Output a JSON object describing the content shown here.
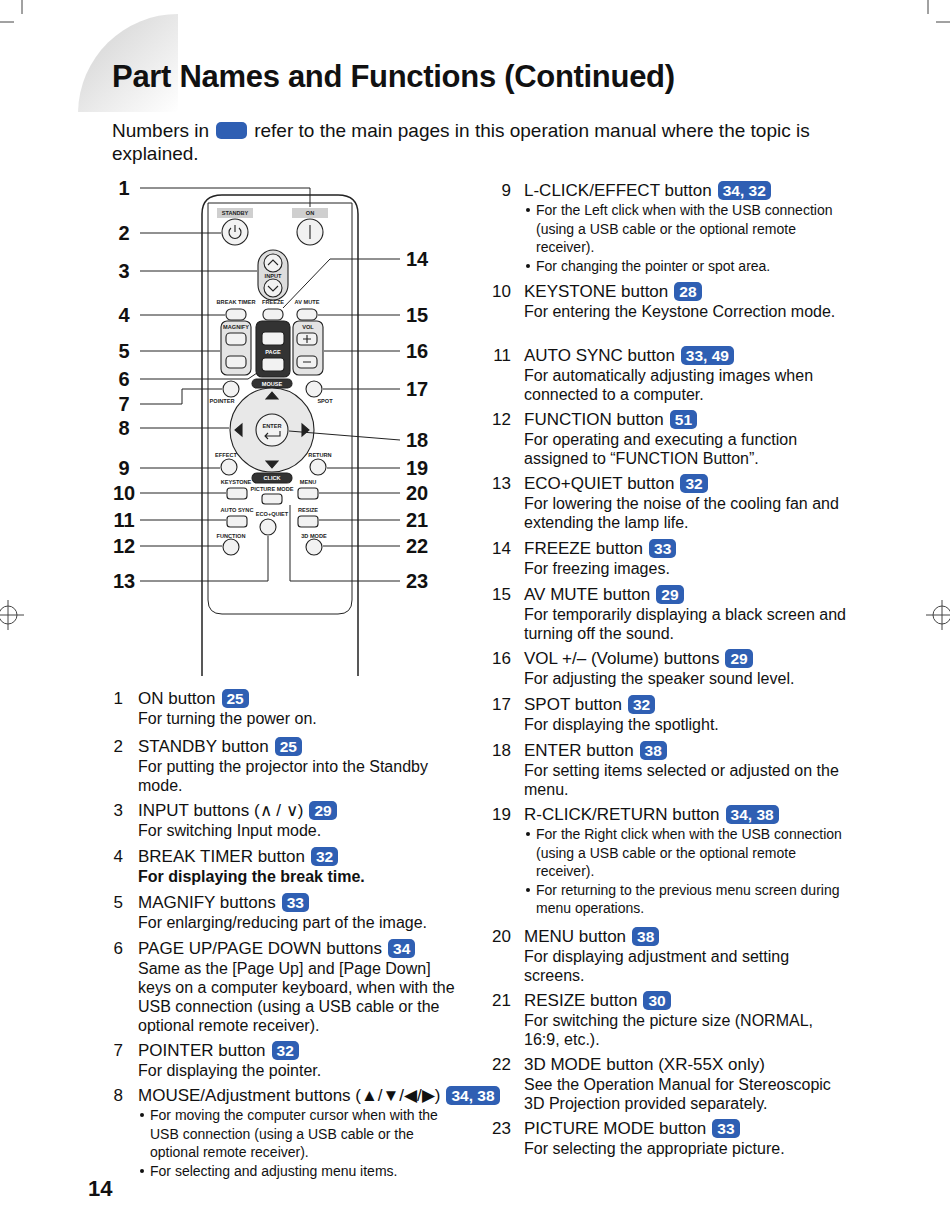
{
  "diagram": {
    "title": "Part Names and Functions (Continued)",
    "nodes": [
      {
        "text": [
          "25"
        ]
      },
      {
        "text": [
          "25"
        ]
      },
      {
        "text": [
          "29"
        ]
      },
      {
        "text": [
          "32"
        ]
      },
      {
        "text": [
          "33"
        ]
      },
      {
        "text": [
          "34"
        ]
      },
      {
        "text": [
          "32"
        ]
      },
      {
        "text": [
          "34, 38"
        ]
      },
      {
        "text": [
          "34, 32"
        ]
      },
      {
        "text": [
          "28"
        ]
      },
      {
        "text": [
          "33, 49"
        ]
      },
      {
        "text": [
          "51"
        ]
      },
      {
        "text": [
          "32"
        ]
      },
      {
        "text": [
          "33"
        ]
      },
      {
        "text": [
          "29"
        ]
      },
      {
        "text": [
          "29"
        ]
      },
      {
        "text": [
          "32"
        ]
      },
      {
        "text": [
          "38"
        ]
      },
      {
        "text": [
          "34, 38"
        ]
      },
      {
        "text": [
          "38"
        ]
      },
      {
        "text": [
          "30"
        ]
      },
      {
        "text": [
          "33"
        ]
      }
    ],
    "labels": [
      "Numbers in",
      "refer to the main pages in this operation manual where the topic is explained.",
      "1",
      "2",
      "3",
      "4",
      "5",
      "6",
      "7",
      "8",
      "9",
      "10",
      "11",
      "12",
      "13",
      "14",
      "15",
      "16",
      "17",
      "18",
      "19",
      "20",
      "21",
      "22",
      "23",
      "STANDBY",
      "ON",
      "INPUT",
      "BREAK TIMER",
      "FREEZE",
      "AV MUTE",
      "MAGNIFY",
      "VOL",
      "PAGE",
      "POINTER",
      "SPOT",
      "MOUSE",
      "ENTER",
      "EFFECT",
      "RETURN",
      "CLICK",
      "KEYSTONE",
      "PICTURE MODE",
      "MENU",
      "AUTO SYNC",
      "ECO+QUIET",
      "RESIZE",
      "FUNCTION",
      "3D MODE",
      "1",
      "ON button",
      "For turning the power on.",
      "2",
      "STANDBY button",
      "For putting the projector into the Standby mode.",
      "3",
      "INPUT buttons (∧ / ∨)",
      "For switching Input mode.",
      "4",
      "BREAK TIMER button",
      "For displaying the break time.",
      "5",
      "MAGNIFY buttons",
      "For enlarging/reducing part of the image.",
      "6",
      "PAGE UP/PAGE DOWN buttons",
      "Same as the [Page Up] and [Page Down] keys on a computer keyboard, when with the USB connection (using a USB cable or the optional remote receiver).",
      "7",
      "POINTER button",
      "For displaying the pointer.",
      "8",
      "MOUSE/Adjustment buttons (▲/▼/◀/▶)",
      "For moving the computer cursor when with the USB connection (using a USB cable or the optional remote receiver).",
      "For selecting and adjusting menu items.",
      "9",
      "L-CLICK/EFFECT button",
      "For the Left click when with the USB connection (using a USB cable or the optional remote receiver).",
      "For changing the pointer or spot area.",
      "10",
      "KEYSTONE button",
      "For entering the Keystone Correction mode.",
      "11",
      "AUTO SYNC button",
      "For automatically adjusting images when connected to a computer.",
      "12",
      "FUNCTION button",
      "For operating and executing a function assigned to “FUNCTION Button”.",
      "13",
      "ECO+QUIET button",
      "For lowering the noise of the cooling fan and extending the lamp life.",
      "14",
      "FREEZE button",
      "For freezing images.",
      "15",
      "AV MUTE button",
      "For temporarily displaying a black screen and turning off the sound.",
      "16",
      "VOL +/– (Volume) buttons",
      "For adjusting the speaker sound level.",
      "17",
      "SPOT button",
      "For displaying the spotlight.",
      "18",
      "ENTER button",
      "For setting items selected or adjusted on the menu.",
      "19",
      "R-CLICK/RETURN button",
      "For the Right click when with the USB connection (using a USB cable or the optional remote receiver).",
      "For returning to the previous menu screen during menu operations.",
      "20",
      "MENU button",
      "For displaying adjustment and setting screens.",
      "21",
      "RESIZE button",
      "For switching the picture size (NORMAL, 16:9, etc.).",
      "22",
      "3D MODE button (XR-55X only)",
      "See the Operation Manual for Stereoscopic 3D Projection provided separately.",
      "23",
      "PICTURE MODE button",
      "For selecting the appropriate picture.",
      "14"
    ]
  }
}
